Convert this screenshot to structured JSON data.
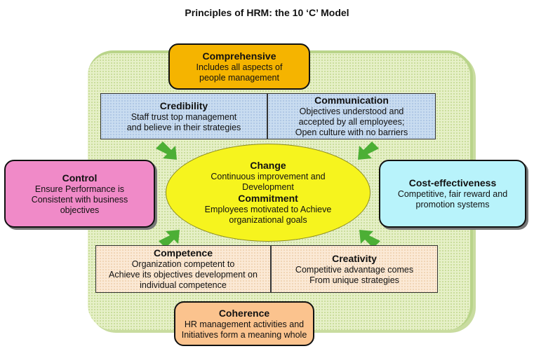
{
  "title": "Principles of HRM: the 10 ‘C’ Model",
  "nodes": {
    "comprehensive": {
      "heading": "Comprehensive",
      "lines": [
        "Includes all aspects of",
        "people management"
      ]
    },
    "credibility": {
      "heading": "Credibility",
      "lines": [
        "Staff trust top management",
        "and believe in their strategies"
      ]
    },
    "communication": {
      "heading": "Communication",
      "lines": [
        "Objectives understood and",
        "accepted by all employees;",
        "Open culture with no barriers"
      ]
    },
    "control": {
      "heading": "Control",
      "lines": [
        "Ensure Performance is",
        "Consistent with business",
        "objectives"
      ]
    },
    "cost_effectiveness": {
      "heading": "Cost-effectiveness",
      "lines": [
        "Competitive, fair reward and",
        "promotion systems"
      ]
    },
    "change": {
      "heading": "Change",
      "lines": [
        "Continuous improvement and",
        "Development"
      ]
    },
    "commitment": {
      "heading": "Commitment",
      "lines": [
        "Employees motivated to Achieve",
        "organizational goals"
      ]
    },
    "competence": {
      "heading": "Competence",
      "lines": [
        "Organization competent to",
        "Achieve its objectives development on",
        "individual competence"
      ]
    },
    "creativity": {
      "heading": "Creativity",
      "lines": [
        "Competitive advantage comes",
        "From unique strategies"
      ]
    },
    "coherence": {
      "heading": "Coherence",
      "lines": [
        "HR management activities and",
        "Initiatives form a meaning whole"
      ]
    }
  },
  "colors": {
    "comprehensive": "#f5b400",
    "control": "#f08ac8",
    "cost_effectiveness": "#b8f3fb",
    "center": "#f6f41e",
    "coherence": "#fbc38e",
    "arrows": "#4caf35"
  }
}
